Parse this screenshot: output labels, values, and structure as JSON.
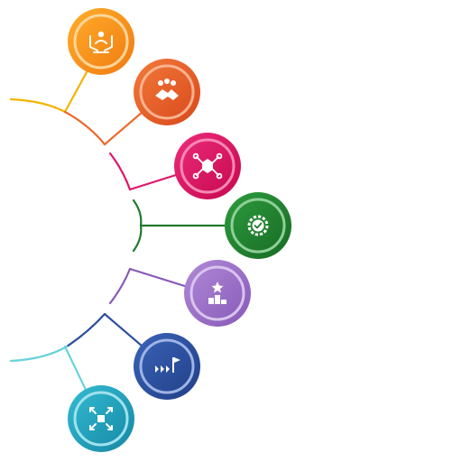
{
  "center_label": [
    "",
    ""
  ],
  "nodes": [
    {
      "id": "node-1",
      "icon": "hands-holding-person-icon",
      "color": "#f7941d",
      "label": [
        "",
        ""
      ]
    },
    {
      "id": "node-2",
      "icon": "handshake-group-icon",
      "color": "#ec6a2b",
      "label": [
        "",
        ""
      ]
    },
    {
      "id": "node-3",
      "icon": "cube-network-icon",
      "color": "#d6105e",
      "label": [
        "",
        ""
      ]
    },
    {
      "id": "node-4",
      "icon": "gear-check-icon",
      "color": "#1f7a2e",
      "label": [
        "",
        ""
      ]
    },
    {
      "id": "node-5",
      "icon": "podium-star-icon",
      "color": "#9b6fc4",
      "label": [
        "",
        ""
      ]
    },
    {
      "id": "node-6",
      "icon": "steps-flag-icon",
      "color": "#2c4f9e",
      "label": [
        "",
        ""
      ]
    },
    {
      "id": "node-7",
      "icon": "expand-arrows-icon",
      "color": "#1ea3bd",
      "label": [
        "",
        ""
      ]
    }
  ],
  "connector_colors": {
    "top_arc": "#f4b400",
    "bottom_arc": "#69d2dc"
  }
}
